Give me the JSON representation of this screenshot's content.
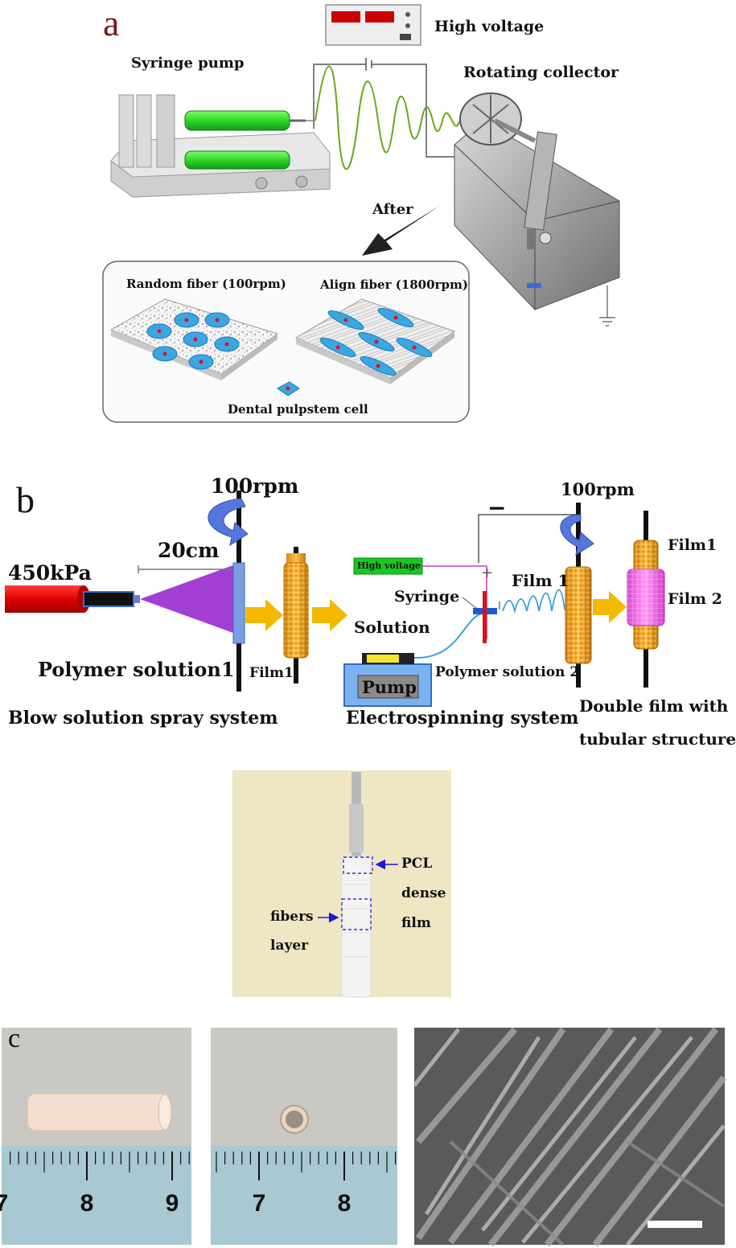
{
  "panel_a": {
    "letter": "a",
    "high_voltage": "High voltage",
    "syringe_pump": "Syringe pump",
    "rotating_collector": "Rotating collector",
    "after": "After",
    "random_fiber": "Random fiber (100rpm)",
    "align_fiber": "Align fiber (1800rpm)",
    "cell_label": "Dental pulpstem  cell"
  },
  "panel_b": {
    "letter": "b",
    "rpm_left": "100rpm",
    "distance": "20cm",
    "pressure": "450kPa",
    "polymer_solution1": "Polymer solution1",
    "film1_small": "Film1",
    "blow_system": "Blow solution spray system",
    "high_voltage": "High voltage",
    "minus": "−",
    "plus": "+",
    "rpm_right": "100rpm",
    "syringe": "Syringe",
    "solution": "Solution",
    "film1_mid": "Film 1",
    "pump": "Pump",
    "polymer_solution2": "Polymer solution 2",
    "electrospinning_system": "Electrospinning system",
    "film1_right": "Film1",
    "film2_right": "Film 2",
    "double_film_1": "Double film with",
    "double_film_2": "tubular structure",
    "photo": {
      "pcl": "PCL",
      "dense": "dense",
      "film": "film",
      "fibers": "fibers",
      "layer": "layer"
    }
  },
  "panel_c": {
    "letter": "c",
    "ruler1_ticks": [
      "7",
      "8",
      "9"
    ],
    "ruler2_ticks": [
      "7",
      "8"
    ]
  }
}
